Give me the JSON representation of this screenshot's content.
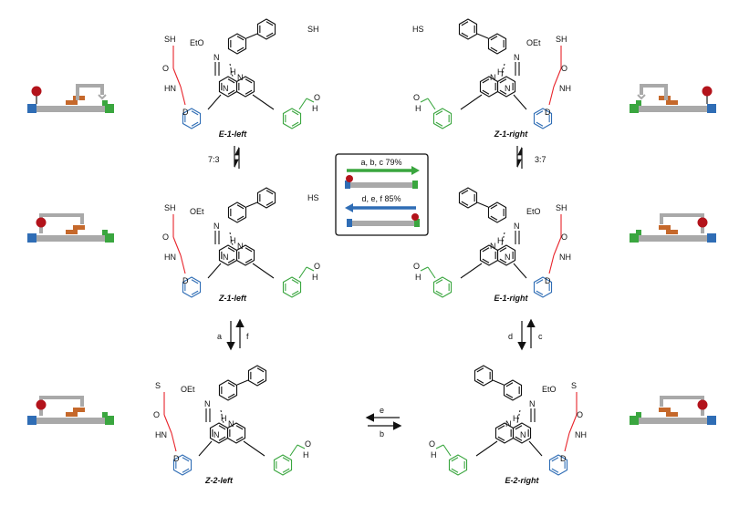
{
  "molecules": {
    "e1_left": "E-1-left",
    "z1_right": "Z-1-right",
    "z1_left": "Z-1-left",
    "e1_right": "E-1-right",
    "z2_left": "Z-2-left",
    "e2_right": "E-2-right"
  },
  "atoms": {
    "etO": "EtO",
    "oet": "OEt",
    "sh": "SH",
    "hs": "HS",
    "o": "O",
    "n": "N",
    "h": "H",
    "d": "D",
    "s": "S",
    "hn": "HN",
    "nh": "NH"
  },
  "equilibria": {
    "left_ratio": "7:3",
    "right_ratio": "3:7"
  },
  "arrows": {
    "left_down": "a",
    "left_up": "f",
    "right_down": "d",
    "right_up": "c",
    "bottom_top": "e",
    "bottom_bottom": "b"
  },
  "center_box": {
    "forward_label": "a, b, c 79%",
    "reverse_label": "d, e, f 85%"
  },
  "colors": {
    "red": "#e8242b",
    "blue": "#2f6db5",
    "green": "#3aa63f",
    "orange": "#c5682b",
    "gray": "#a9a9a9",
    "dark_red": "#b3131b"
  }
}
